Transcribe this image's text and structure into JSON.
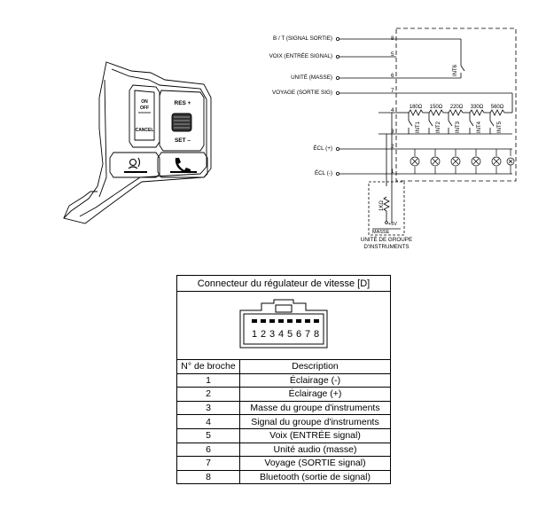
{
  "schematic": {
    "signals": [
      {
        "label": "B / T (SIGNAL SORTIE)",
        "pin": "8"
      },
      {
        "label": "VOIX (ENTRÉE SIGNAL)",
        "pin": "5"
      },
      {
        "label": "UNITÉ (MASSE)",
        "pin": "6"
      },
      {
        "label": "VOYAGE (SORTIE SIG)",
        "pin": "7"
      }
    ],
    "lamp_labels": [
      {
        "label": "ÉCL (+)",
        "pin": "2"
      },
      {
        "label": "ÉCL (-)",
        "pin": "1"
      }
    ],
    "other_pins": [
      "4",
      "3"
    ],
    "int6_label": "INT6",
    "resistors": [
      "180Ω",
      "150Ω",
      "220Ω",
      "330Ω",
      "560Ω"
    ],
    "switches": [
      "INT1",
      "INT2",
      "INT3",
      "INT4",
      "INT5"
    ],
    "cluster": {
      "resistor": "1KΩ",
      "voltage": "+5V",
      "ground": "MASSE",
      "caption_line1": "UNITÉ DE GROUPE",
      "caption_line2": "D'INSTRUMENTS"
    }
  },
  "switch_unit": {
    "on_off": [
      "ON",
      "OFF"
    ],
    "cancel": "CANCEL",
    "res": "RES +",
    "set": "SET –"
  },
  "connector": {
    "title": "Connecteur du régulateur de vitesse [D]",
    "pin_numbers": [
      "1",
      "2",
      "3",
      "4",
      "5",
      "6",
      "7",
      "8"
    ],
    "col_pin": "N° de broche",
    "col_desc": "Description",
    "rows": [
      {
        "pin": "1",
        "desc": "Éclairage (-)"
      },
      {
        "pin": "2",
        "desc": "Éclairage (+)"
      },
      {
        "pin": "3",
        "desc": "Masse du groupe d'instruments"
      },
      {
        "pin": "4",
        "desc": "Signal du groupe d'instruments"
      },
      {
        "pin": "5",
        "desc": "Voix (ENTRÉE signal)"
      },
      {
        "pin": "6",
        "desc": "Unité audio (masse)"
      },
      {
        "pin": "7",
        "desc": "Voyage (SORTIE signal)"
      },
      {
        "pin": "8",
        "desc": "Bluetooth (sortie de signal)"
      }
    ]
  }
}
